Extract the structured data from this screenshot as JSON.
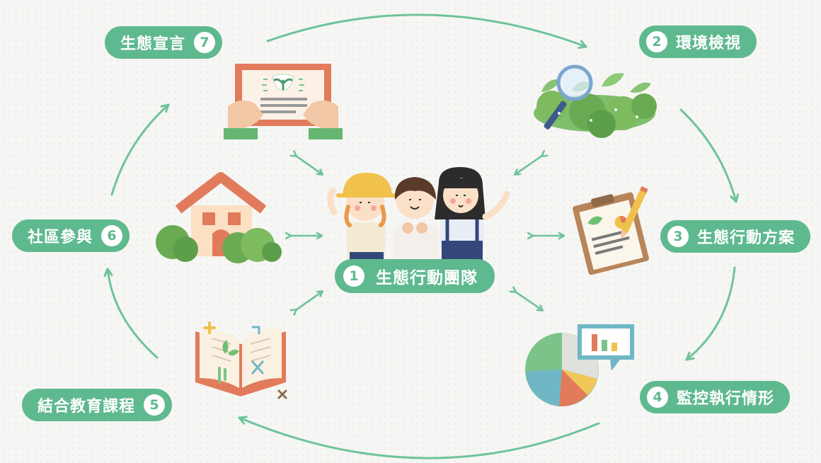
{
  "colors": {
    "accent_green": "#5fb98f",
    "arrow_green": "#6fc39a",
    "background": "#f6f6f4",
    "text_on_pill": "#ffffff"
  },
  "center": {
    "number": "1",
    "label": "生態行動團隊",
    "icon": "team-kids"
  },
  "steps": [
    {
      "number": "2",
      "label": "環境檢視",
      "icon": "magnifier-plants"
    },
    {
      "number": "3",
      "label": "生態行動方案",
      "icon": "clipboard-plan"
    },
    {
      "number": "4",
      "label": "監控執行情形",
      "icon": "pie-chart-monitor"
    },
    {
      "number": "5",
      "label": "結合教育課程",
      "icon": "open-book"
    },
    {
      "number": "6",
      "label": "社區參與",
      "icon": "house-community"
    },
    {
      "number": "7",
      "label": "生態宣言",
      "icon": "declaration-board"
    }
  ]
}
